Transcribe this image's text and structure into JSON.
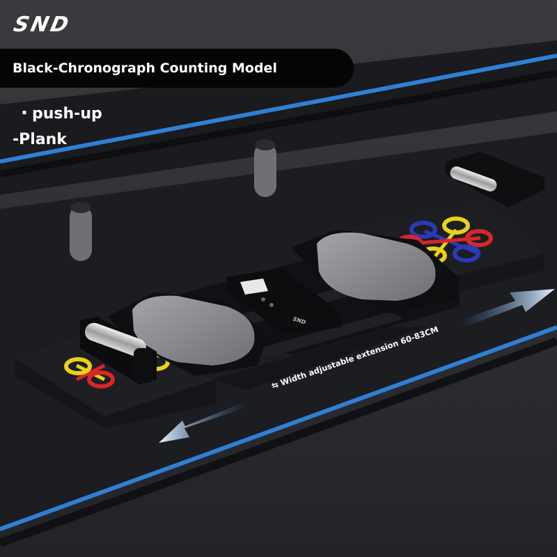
{
  "brand": {
    "logo_text": "SND"
  },
  "banner": {
    "title": "Black-Chronograph Counting Model"
  },
  "features": [
    {
      "bullet": "・",
      "label": "push-up"
    },
    {
      "bullet": "-",
      "label": "Plank"
    }
  ],
  "extension": {
    "label": "Width adjustable extension 60-83CM"
  },
  "device": {
    "brand_mark": "SND"
  },
  "colors": {
    "background": "#2b2c2f",
    "mat": "#141518",
    "accent_blue": "#2f7fd6",
    "ring_yellow": "#e8d21a",
    "ring_red": "#d8262a",
    "ring_blue": "#2a3bb8",
    "pad_gray": "#8d8e92"
  }
}
